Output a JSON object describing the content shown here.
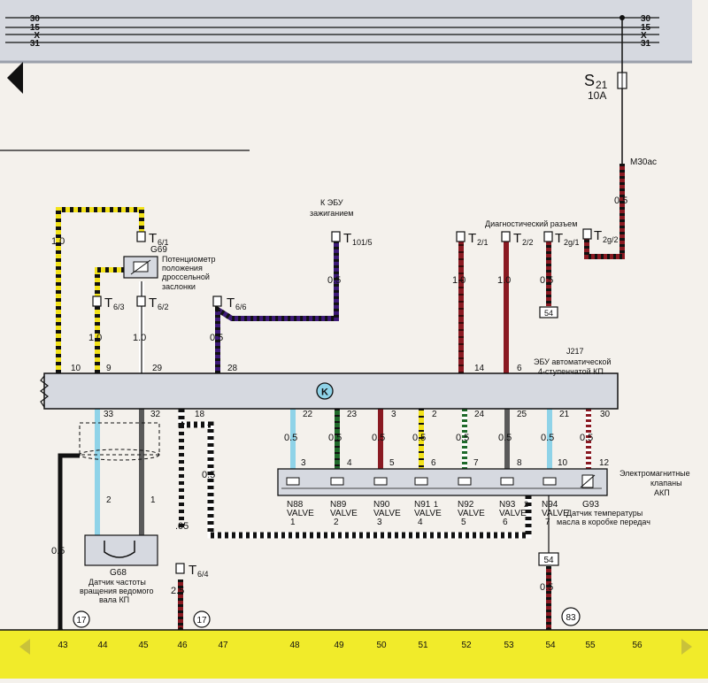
{
  "bus": {
    "labels": [
      "30",
      "15",
      "X",
      "31"
    ]
  },
  "fuse": {
    "name": "S",
    "sub": "21",
    "rating": "10A"
  },
  "harness": {
    "m30": "M30ас"
  },
  "captions": {
    "ignition_ecu": [
      "К ЭБУ",
      "зажиганием"
    ],
    "diag": "Диагностический разъем",
    "j217_name": "J217",
    "j217_desc": [
      "ЭБУ автоматической",
      "4-ступенчатой КП"
    ],
    "g69_name": "G69",
    "g69_desc": [
      "Потенциометр",
      "положения",
      "дроссельной",
      "заслонки"
    ],
    "valves_desc": [
      "Электромагнитные",
      "клапаны",
      "АКП"
    ],
    "g93_desc": [
      "Датчик температуры",
      "масла в коробке передач"
    ],
    "g68_name": "G68",
    "g68_desc": [
      "Датчик частоты",
      "вращения ведомого",
      "вала КП"
    ],
    "ecu_badge": "K"
  },
  "connectors": {
    "t61": {
      "main": "T",
      "sub": "6/1"
    },
    "t63": {
      "main": "T",
      "sub": "6/3"
    },
    "t62": {
      "main": "T",
      "sub": "6/2"
    },
    "t66": {
      "main": "T",
      "sub": "6/6"
    },
    "t1015": {
      "main": "T",
      "sub": "101/5"
    },
    "t21": {
      "main": "T",
      "sub": "2/1"
    },
    "t22": {
      "main": "T",
      "sub": "2/2"
    },
    "t2g1": {
      "main": "T",
      "sub": "2g/1"
    },
    "t2g2": {
      "main": "T",
      "sub": "2g/2"
    },
    "t64": {
      "main": "T",
      "sub": "6/4"
    }
  },
  "wire_sizes": {
    "m30": "0.5",
    "w10": "1.0",
    "w9": "1.0",
    "w29": "1.0",
    "w28": "0.5",
    "ign": "0.5",
    "w14": "1.0",
    "w6": "1.0",
    "t2g": "0.5",
    "lower": [
      "0.5",
      "0.5",
      "0.5",
      "0.5",
      "0.5",
      "0.5",
      "0.5",
      "0.5"
    ],
    "w18": "0.5",
    "w18b": ".05",
    "ground43": "0.5",
    "w46": "2.5",
    "w54": "0.5"
  },
  "ecu_top_pins": [
    "10",
    "9",
    "29",
    "28",
    "14",
    "6"
  ],
  "ecu_bottom_pins": [
    "33",
    "32",
    "18",
    "22",
    "23",
    "3",
    "2",
    "24",
    "25",
    "21",
    "30"
  ],
  "valve_block_pins": [
    "3",
    "4",
    "5",
    "6",
    "7",
    "8",
    "10",
    "12"
  ],
  "g68_pins": [
    "2",
    "1"
  ],
  "valves": [
    {
      "name": "N88",
      "kind": "VALVE",
      "num": "1"
    },
    {
      "name": "N89",
      "kind": "VALVE",
      "num": "2"
    },
    {
      "name": "N90",
      "kind": "VALVE",
      "num": "3"
    },
    {
      "name": "N91",
      "kind": "VALVE",
      "num": "4"
    },
    {
      "name": "N92",
      "kind": "VALVE",
      "num": "5"
    },
    {
      "name": "N93",
      "kind": "VALVE",
      "num": "6"
    },
    {
      "name": "N94",
      "kind": "VALVE",
      "num": "7"
    },
    {
      "name": "G93",
      "kind": "",
      "num": ""
    }
  ],
  "crossing_numbers": [
    "1",
    "2"
  ],
  "box_labels": [
    "54",
    "54"
  ],
  "circle_refs": [
    "17",
    "17",
    "83"
  ],
  "bottom_ruler": [
    "43",
    "44",
    "45",
    "46",
    "47",
    "48",
    "49",
    "50",
    "51",
    "52",
    "53",
    "54",
    "55",
    "56"
  ],
  "colors": {
    "yellow": "#f2e21a",
    "blue": "#8fd3e8",
    "grey": "#5a5a5a",
    "violet": "#3d1a78",
    "red": "#8a1a22",
    "green": "#1f6a2a",
    "black": "#111111",
    "ruler": "#f1eb2a",
    "bar": "#d6d9e0"
  }
}
